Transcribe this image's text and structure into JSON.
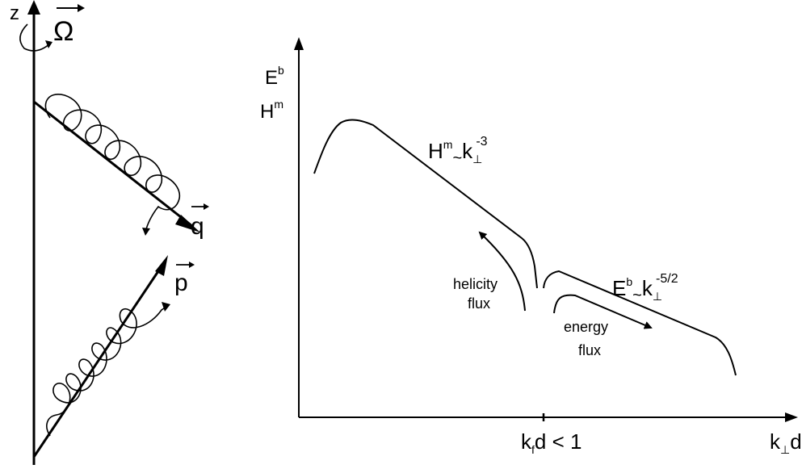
{
  "left_panel": {
    "axis_label": "z",
    "rotation_symbol": "Ω",
    "wave_q_label": "q",
    "wave_p_label": "p"
  },
  "right_panel": {
    "y_label_top": "E",
    "y_label_top_sup": "b",
    "y_label_bottom": "H",
    "y_label_bottom_sup": "m",
    "x_label": "k",
    "x_label_sub": "⊥",
    "x_label_tail": "d",
    "tick_label_main": "k",
    "tick_label_sub": "f",
    "tick_label_tail": "d < 1",
    "helicity_law": {
      "sym": "H",
      "sup": "m",
      "tilde": "~",
      "k": "k",
      "sub": "⊥",
      "exp": "-3"
    },
    "energy_law": {
      "sym": "E",
      "sup": "b",
      "tilde": "~",
      "k": "k",
      "sub": "⊥",
      "exp": "-5/2"
    },
    "helicity_flux": {
      "line1": "helicity",
      "line2": "flux"
    },
    "energy_flux": {
      "line1": "energy",
      "line2": "flux"
    }
  }
}
